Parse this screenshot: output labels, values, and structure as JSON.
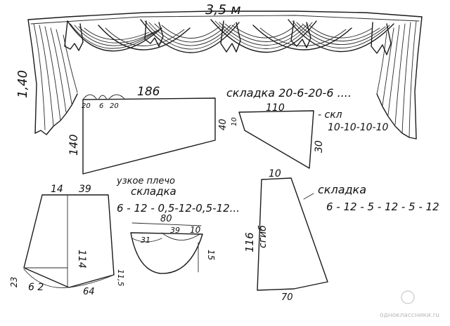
{
  "curtain": {
    "width_label": "3,5 м",
    "height_label": "1,40"
  },
  "panel_main": {
    "top_label": "186",
    "pleat_a": "20",
    "pleat_b": "6",
    "pleat_c": "20",
    "left_label": "140",
    "right_label": "40"
  },
  "panel_fold": {
    "label": "складка 20-6-20-6 ....",
    "top_label": "110",
    "left_label": "10",
    "right_label": "30",
    "note": "- скл",
    "seq": "10-10-10-10"
  },
  "panel_shoulder": {
    "top_left": "14",
    "top_right": "39",
    "height": "114",
    "left_side": "23",
    "bottom_left": "6 2",
    "bottom_right": "64",
    "right_side": "11,5",
    "note1": "узкое плечо",
    "note2": "складка",
    "seq": "6 - 12 - 0,5-12-0,5-12..."
  },
  "panel_bowl": {
    "top": "80",
    "mid": "39",
    "right_top": "10",
    "left": "31",
    "depth": "15"
  },
  "panel_jabot": {
    "top": "10",
    "height": "116",
    "fold_text": "сгиб",
    "bottom": "70",
    "note": "складка",
    "seq": "6 - 12 - 5 - 12 - 5 - 12"
  },
  "watermark": {
    "text": "одноклассники.ru"
  }
}
